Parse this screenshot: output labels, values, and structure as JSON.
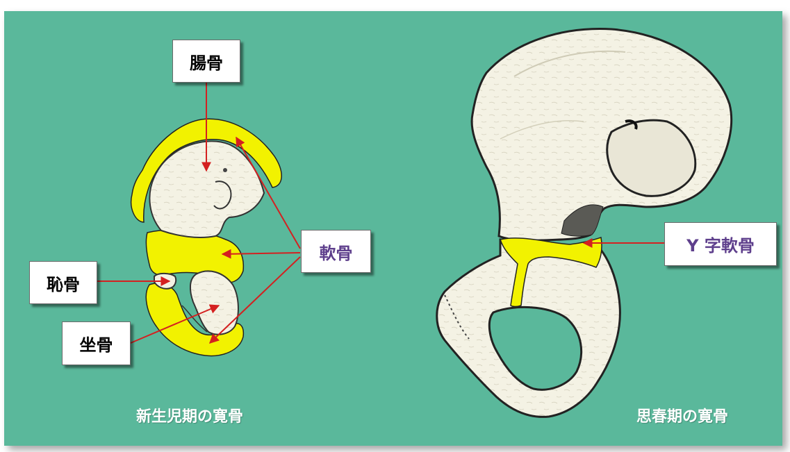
{
  "labels": {
    "ilium": "腸骨",
    "cartilage": "軟骨",
    "pubis": "恥骨",
    "ischium": "坐骨",
    "y_cartilage": "Y 字軟骨"
  },
  "captions": {
    "newborn": "新生児期の寛骨",
    "adolescent": "思春期の寛骨"
  },
  "colors": {
    "background": "#5ab89b",
    "cartilage": "#f2f200",
    "bone": "#f4f2e4",
    "arrow": "#d42020",
    "label_purple": "#5e3f8c"
  }
}
